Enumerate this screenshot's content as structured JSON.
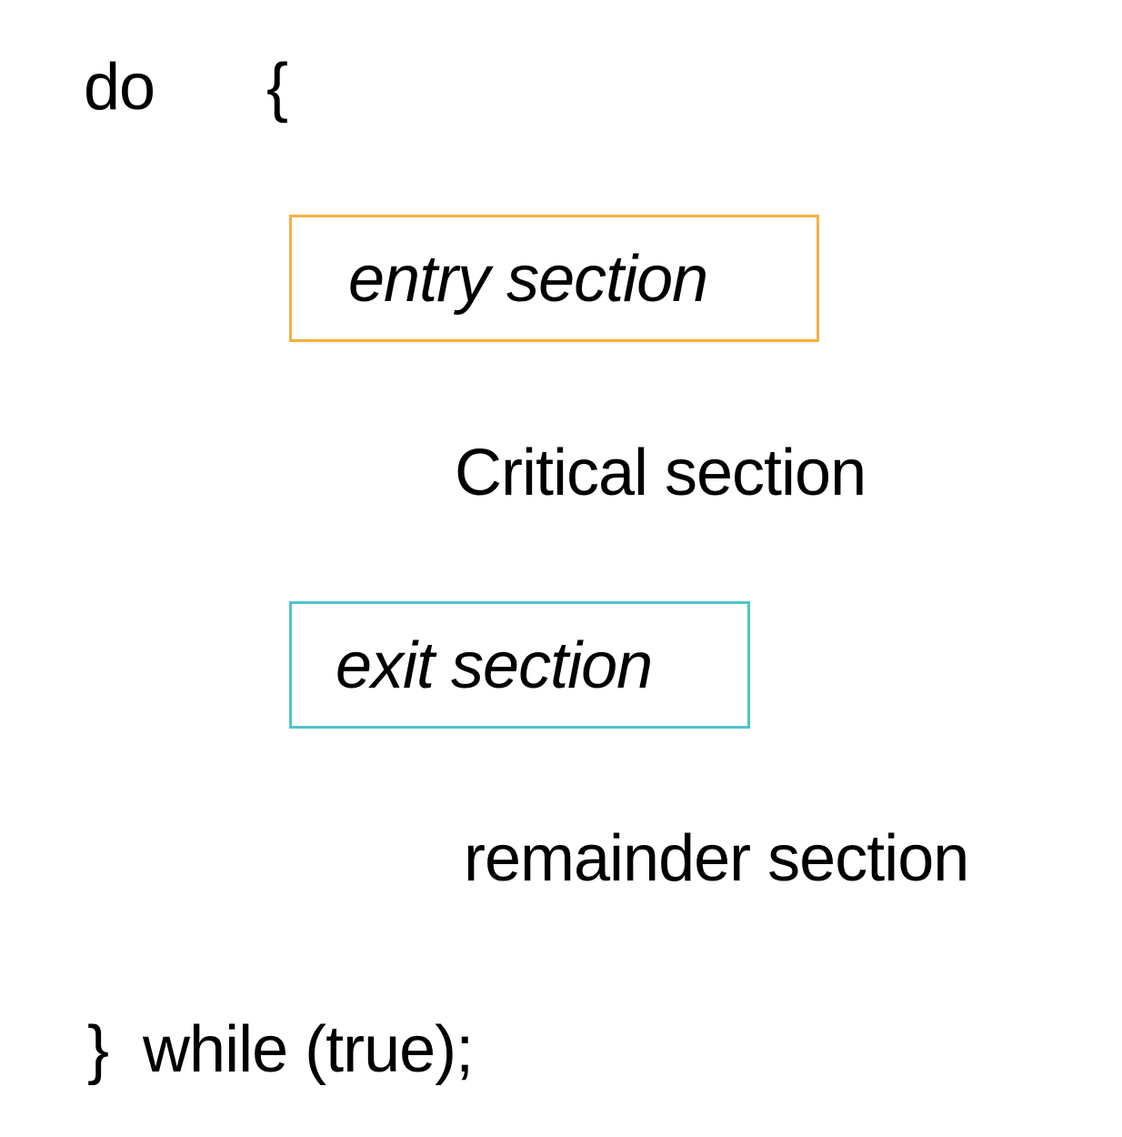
{
  "code": {
    "do_keyword": "do",
    "open_brace": "{",
    "entry_section": "entry section",
    "critical_section": "Critical section",
    "exit_section": "exit section",
    "remainder_section": "remainder section",
    "close_brace": "}",
    "while_clause": "while (true);"
  },
  "colors": {
    "entry_border": "#F5B041",
    "exit_border": "#4FC3CF",
    "text": "#000000",
    "background": "#FFFFFF"
  }
}
